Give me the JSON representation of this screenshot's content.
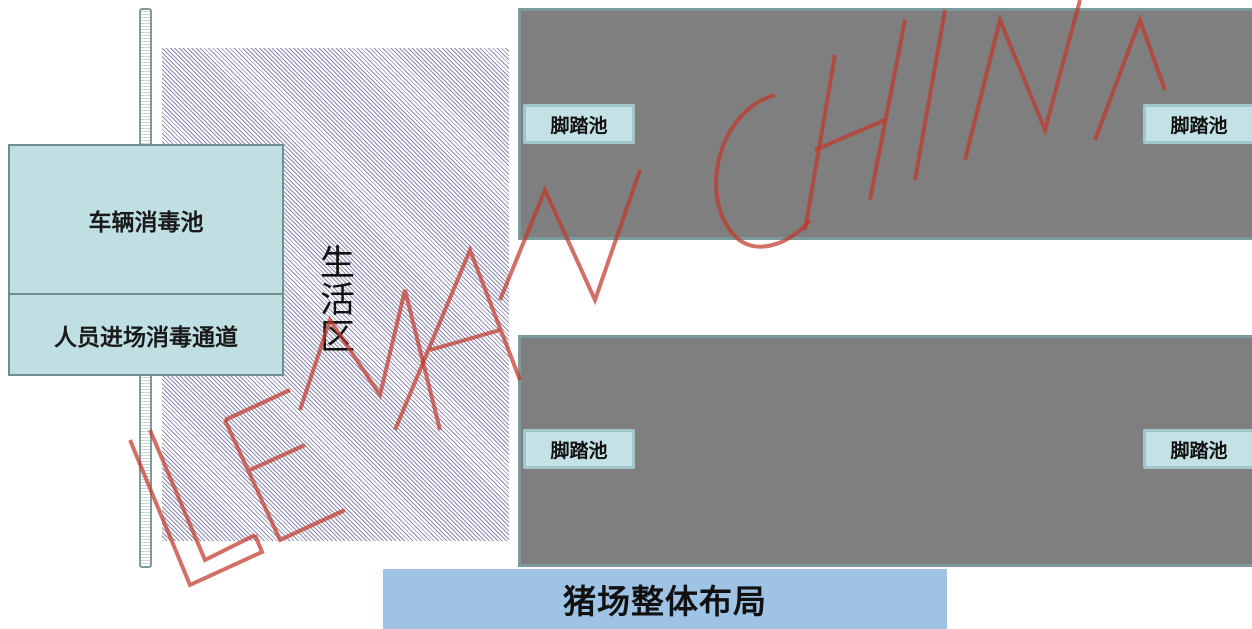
{
  "diagram": {
    "title": "猪场整体布局",
    "gate": {
      "vehicle_disinfection_pool": "车辆消毒池",
      "personnel_disinfection_channel": "人员进场消毒通道"
    },
    "living_zone": {
      "label": "生活区"
    },
    "barns": [
      {
        "footbath_left": "脚踏池",
        "footbath_right": "脚踏池"
      },
      {
        "footbath_left": "脚踏池",
        "footbath_right": "脚踏池"
      }
    ],
    "watermark": "LEMAN CHINA",
    "colors": {
      "barn_fill": "#7f7f7f",
      "gate_fill": "#bfdfe3",
      "footbath_fill": "#c4e2e6",
      "title_fill": "#9ec3e5",
      "hatch": "#8a8ab4",
      "watermark": "#c0392b"
    }
  }
}
